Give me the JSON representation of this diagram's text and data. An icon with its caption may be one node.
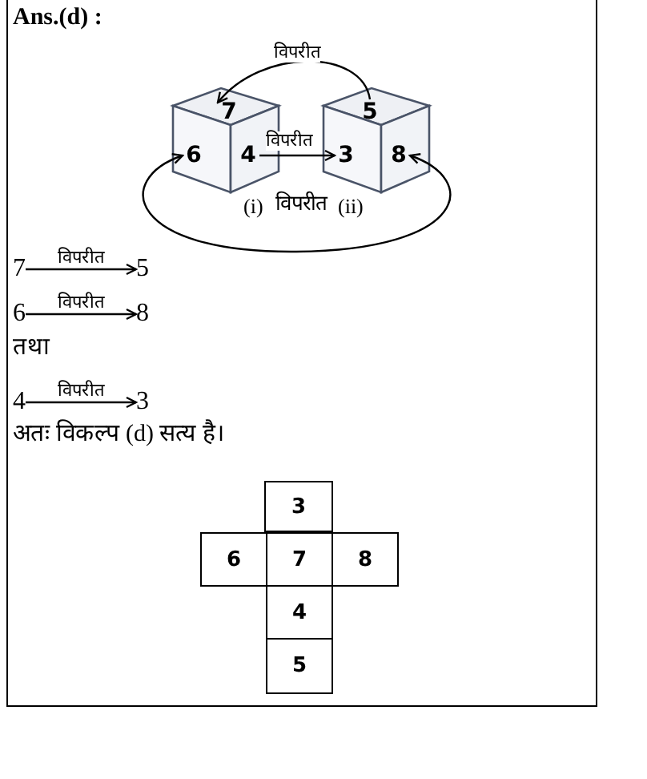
{
  "diagram": {
    "nodes": [
      {
        "text": [],
        "shape": "cube",
        "beside": [
          "(i)"
        ]
      },
      {
        "text": [
          "7"
        ],
        "in": 0
      },
      {
        "text": [
          "6"
        ],
        "in": 0
      },
      {
        "text": [
          "4"
        ],
        "in": 0
      },
      {
        "text": [],
        "shape": "cube",
        "beside": [
          "(ii)"
        ]
      },
      {
        "text": [
          "5"
        ],
        "in": 4
      },
      {
        "text": [
          "3"
        ],
        "in": 4
      },
      {
        "text": [
          "8"
        ],
        "in": 4
      },
      {
        "text": [
          "7"
        ]
      },
      {
        "text": [
          "5"
        ]
      },
      {
        "text": [
          "6"
        ]
      },
      {
        "text": [
          "8"
        ]
      },
      {
        "text": [
          "4"
        ]
      },
      {
        "text": [
          "3"
        ]
      },
      {
        "text": [
          "3"
        ]
      },
      {
        "text": [
          "6"
        ]
      },
      {
        "text": [
          "7"
        ]
      },
      {
        "text": [
          "8"
        ]
      },
      {
        "text": [
          "4"
        ]
      },
      {
        "text": [
          "5"
        ]
      }
    ],
    "edges": [
      {
        "from": 5,
        "to": 1,
        "arrow": "to",
        "label": "विपरीत"
      },
      {
        "from": 3,
        "to": 6,
        "arrow": "to",
        "label": "विपरीत"
      },
      {
        "from": 2,
        "to": 7,
        "arrow": "both",
        "label": "विपरीत"
      },
      {
        "from": 8,
        "to": 9,
        "arrow": "to",
        "label": "विपरीत"
      },
      {
        "from": 10,
        "to": 11,
        "arrow": "to",
        "label": "विपरीत"
      },
      {
        "from": 12,
        "to": 13,
        "arrow": "to",
        "label": "विपरीत"
      }
    ],
    "labels": [
      "Ans.(d) :",
      "तथा",
      "अतः विकल्प (d) सत्य है।"
    ]
  }
}
